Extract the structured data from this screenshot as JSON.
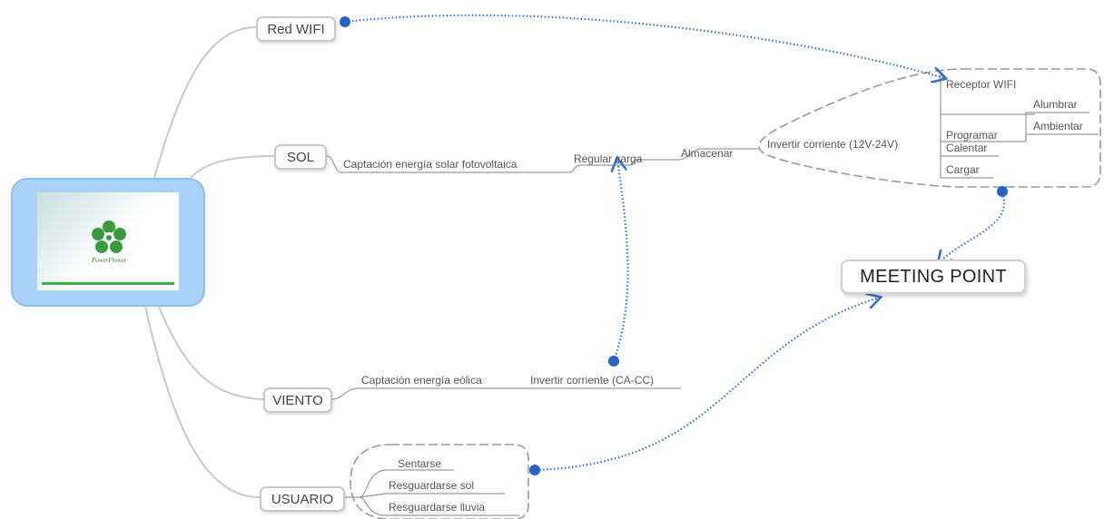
{
  "central": {
    "logo_text": "PowerFlower",
    "logo_icon": "flower-logo-icon"
  },
  "branches": {
    "red_wifi": "Red WIFI",
    "sol": "SOL",
    "viento": "VIENTO",
    "usuario": "USUARIO"
  },
  "sol_chain": {
    "captacion": "Captación energía solar fotovoltaica",
    "regular": "Regular carga",
    "almacenar": "Almacenar",
    "invertir": "Invertir corriente (12V-24V)"
  },
  "outputs": {
    "receptor": "Receptor WIFI",
    "programar": "Programar",
    "alumbrar": "Alumbrar",
    "ambientar": "Ambientar",
    "calentar": "Calentar",
    "cargar": "Cargar"
  },
  "viento_chain": {
    "captacion": "Captación energía eólica",
    "invertir": "Invertir corriente (CA-CC)"
  },
  "usuario_items": {
    "sentarse": "Sentarse",
    "sol": "Resguardarse sol",
    "lluvia": "Resguardarse lluvia"
  },
  "meeting_point": "MEETING POINT",
  "colors": {
    "link": "#3a6fd0",
    "branch": "#c8c8c8",
    "central": "#a9d1f7",
    "accent_green": "#39b24a"
  }
}
